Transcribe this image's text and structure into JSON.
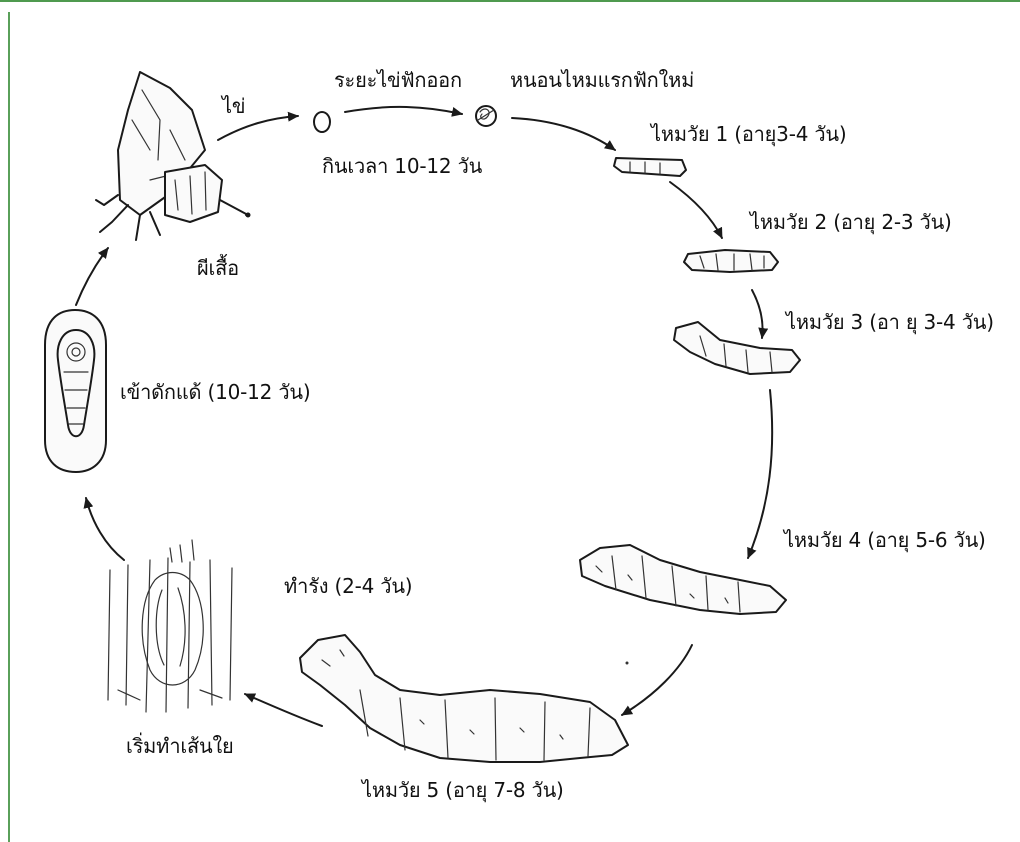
{
  "labels": {
    "egg": "ไข่",
    "hatch_period": "ระยะไข่ฟักออก",
    "hatch_duration": "กินเวลา 10-12 วัน",
    "newly_hatched": "หนอนไหมแรกฟักใหม่",
    "instar1": "ไหมวัย 1 (อายุ3-4 วัน)",
    "instar2": "ไหมวัย 2 (อายุ 2-3 วัน)",
    "instar3": "ไหมวัย 3 (อา ยุ 3-4 วัน)",
    "instar4": "ไหมวัย 4 (อายุ 5-6 วัน)",
    "instar5": "ไหมวัย 5 (อายุ 7-8 วัน)",
    "spinning_start": "เริ่มทำเส้นใย",
    "cocoon": "ทำรัง (2-4 วัน)",
    "pupa": "เข้าดักแด้ (10-12 วัน)",
    "moth": "ผีเสื้อ"
  },
  "colors": {
    "frame": "#4f9a4f",
    "ink": "#1a1a1a"
  },
  "icons": [
    "moth-icon",
    "egg-icon",
    "hatchling-icon",
    "larva-icon",
    "cocoon-icon",
    "pupa-icon"
  ]
}
